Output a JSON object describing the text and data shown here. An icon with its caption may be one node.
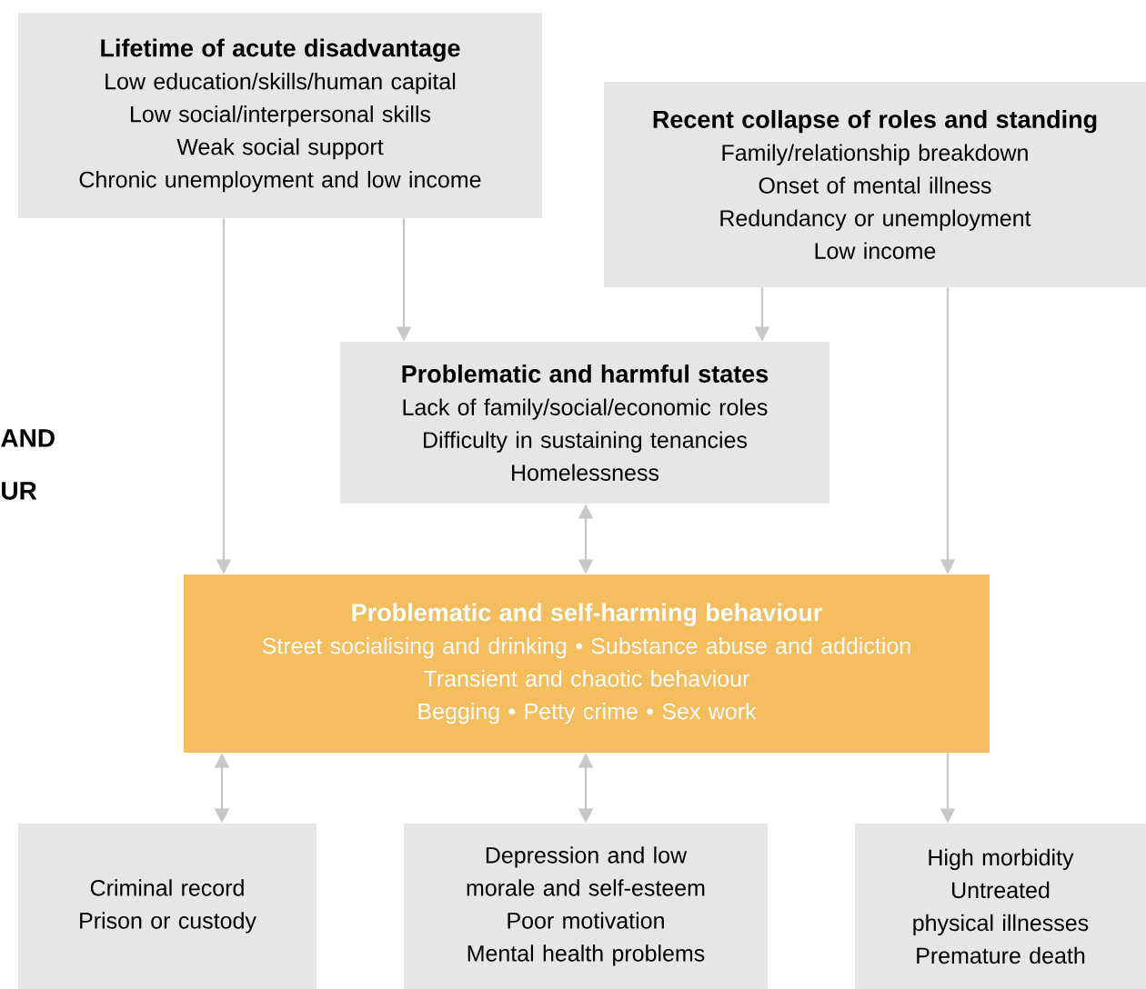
{
  "diagram": {
    "nodes": [
      {
        "text": [
          "Lifetime of acute disadvantage",
          "Low education/skills/human capital",
          "Low social/interpersonal skills",
          "Weak social support",
          "Chronic unemployment and low income"
        ]
      },
      {
        "text": [
          "Recent collapse of roles and standing",
          "Family/relationship breakdown",
          "Onset of mental illness",
          "Redundancy or unemployment",
          "Low income"
        ]
      },
      {
        "text": [
          "Problematic and harmful states",
          "Lack of family/social/economic roles",
          "Difficulty in sustaining tenancies",
          "Homelessness"
        ]
      },
      {
        "text": [
          "Problematic and self-harming behaviour",
          "Street socialising and drinking • Substance abuse and addiction",
          "Transient and chaotic behaviour",
          "Begging • Petty crime • Sex work"
        ]
      },
      {
        "text": [
          "Criminal record",
          "Prison or custody"
        ]
      },
      {
        "text": [
          "Depression and low morale and self-esteem",
          "Poor motivation",
          "Mental health problems"
        ]
      },
      {
        "text": [
          "High morbidity",
          "Untreated physical illnesses",
          "Premature death"
        ]
      }
    ],
    "edges": [
      {
        "from": 0,
        "to": 3,
        "arrow": "to"
      },
      {
        "from": 0,
        "to": 2,
        "arrow": "to"
      },
      {
        "from": 1,
        "to": 2,
        "arrow": "to"
      },
      {
        "from": 1,
        "to": 3,
        "arrow": "to"
      },
      {
        "from": 2,
        "to": 3,
        "arrow": "both"
      },
      {
        "from": 3,
        "to": 4,
        "arrow": "both"
      },
      {
        "from": 3,
        "to": 5,
        "arrow": "both"
      },
      {
        "from": 3,
        "to": 6,
        "arrow": "to"
      }
    ],
    "labels": [
      "AND",
      "UR"
    ]
  }
}
